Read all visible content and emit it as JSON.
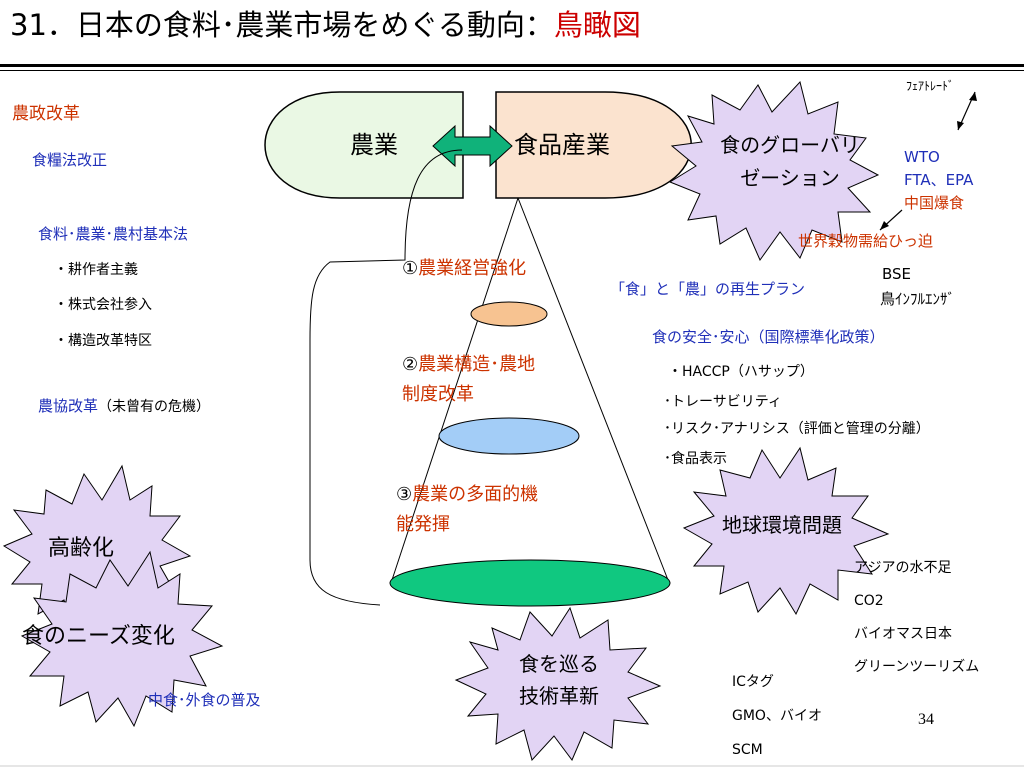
{
  "slide": {
    "title_prefix": "31．日本の食料･農業市場をめぐる動向：",
    "title_highlight": "鳥瞰図",
    "page_number": "34"
  },
  "core": {
    "agriculture": "農業",
    "food_industry": "食品産業"
  },
  "left": {
    "policy_reform": "農政改革",
    "staple_food_law": "食糧法改正",
    "basic_law": "食料･農業･農村基本法",
    "basic_law_items": [
      "・耕作者主義",
      "・株式会社参入",
      "・構造改革特区"
    ],
    "coop_reform": "農協改革",
    "coop_reform_note": "（未曾有の危機）",
    "aging": "高齢化",
    "food_needs": "食のニーズ変化",
    "eating_out": "中食･外食の普及"
  },
  "funnel": {
    "step1_num": "①",
    "step1": "農業経営強化",
    "step2_num": "②",
    "step2_line1": "農業構造･農地",
    "step2_line2": "制度改革",
    "step3_num": "③",
    "step3_line1": "農業の多面的機",
    "step3_line2": "能発揮"
  },
  "right": {
    "globalization_line1": "食のグローバリ",
    "globalization_line2": "ゼーション",
    "fair_trade": "ﾌｪｱﾄﾚｰﾄﾞ",
    "wto": "WTO",
    "fta_epa": "FTA、EPA",
    "china_boom": "中国爆食",
    "grain_supply": "世界穀物需給ひっ迫",
    "bse": "BSE",
    "bird_flu": "鳥ｲﾝﾌﾙｴﾝｻﾞ",
    "regen_plan": "「食」と「農」の再生プラン",
    "food_safety": "食の安全･安心（国際標準化政策）",
    "safety_items": [
      "・HACCP（ハサップ）",
      "･トレーサビリティ",
      "･リスク･アナリシス（評価と管理の分離）",
      "･食品表示"
    ],
    "environment": "地球環境問題",
    "env_items": [
      "アジアの水不足",
      "CO2",
      "バイオマス日本",
      "グリーンツーリズム"
    ],
    "tech_line1": "食を巡る",
    "tech_line2": "技術革新",
    "tech_items": [
      "ICタグ",
      "GMO、バイオ",
      "SCM"
    ]
  },
  "colors": {
    "title_highlight": "#cc0000",
    "red_text": "#cc3300",
    "blue_text": "#1f2fb8",
    "agri_fill": "#eaf8e4",
    "food_fill": "#fbe3cf",
    "arrow_fill": "#10b27a",
    "burst_fill": "#e2d4f4",
    "ellipse1": "#f7c391",
    "ellipse2": "#a3cdf7",
    "ellipse3": "#10c880"
  }
}
